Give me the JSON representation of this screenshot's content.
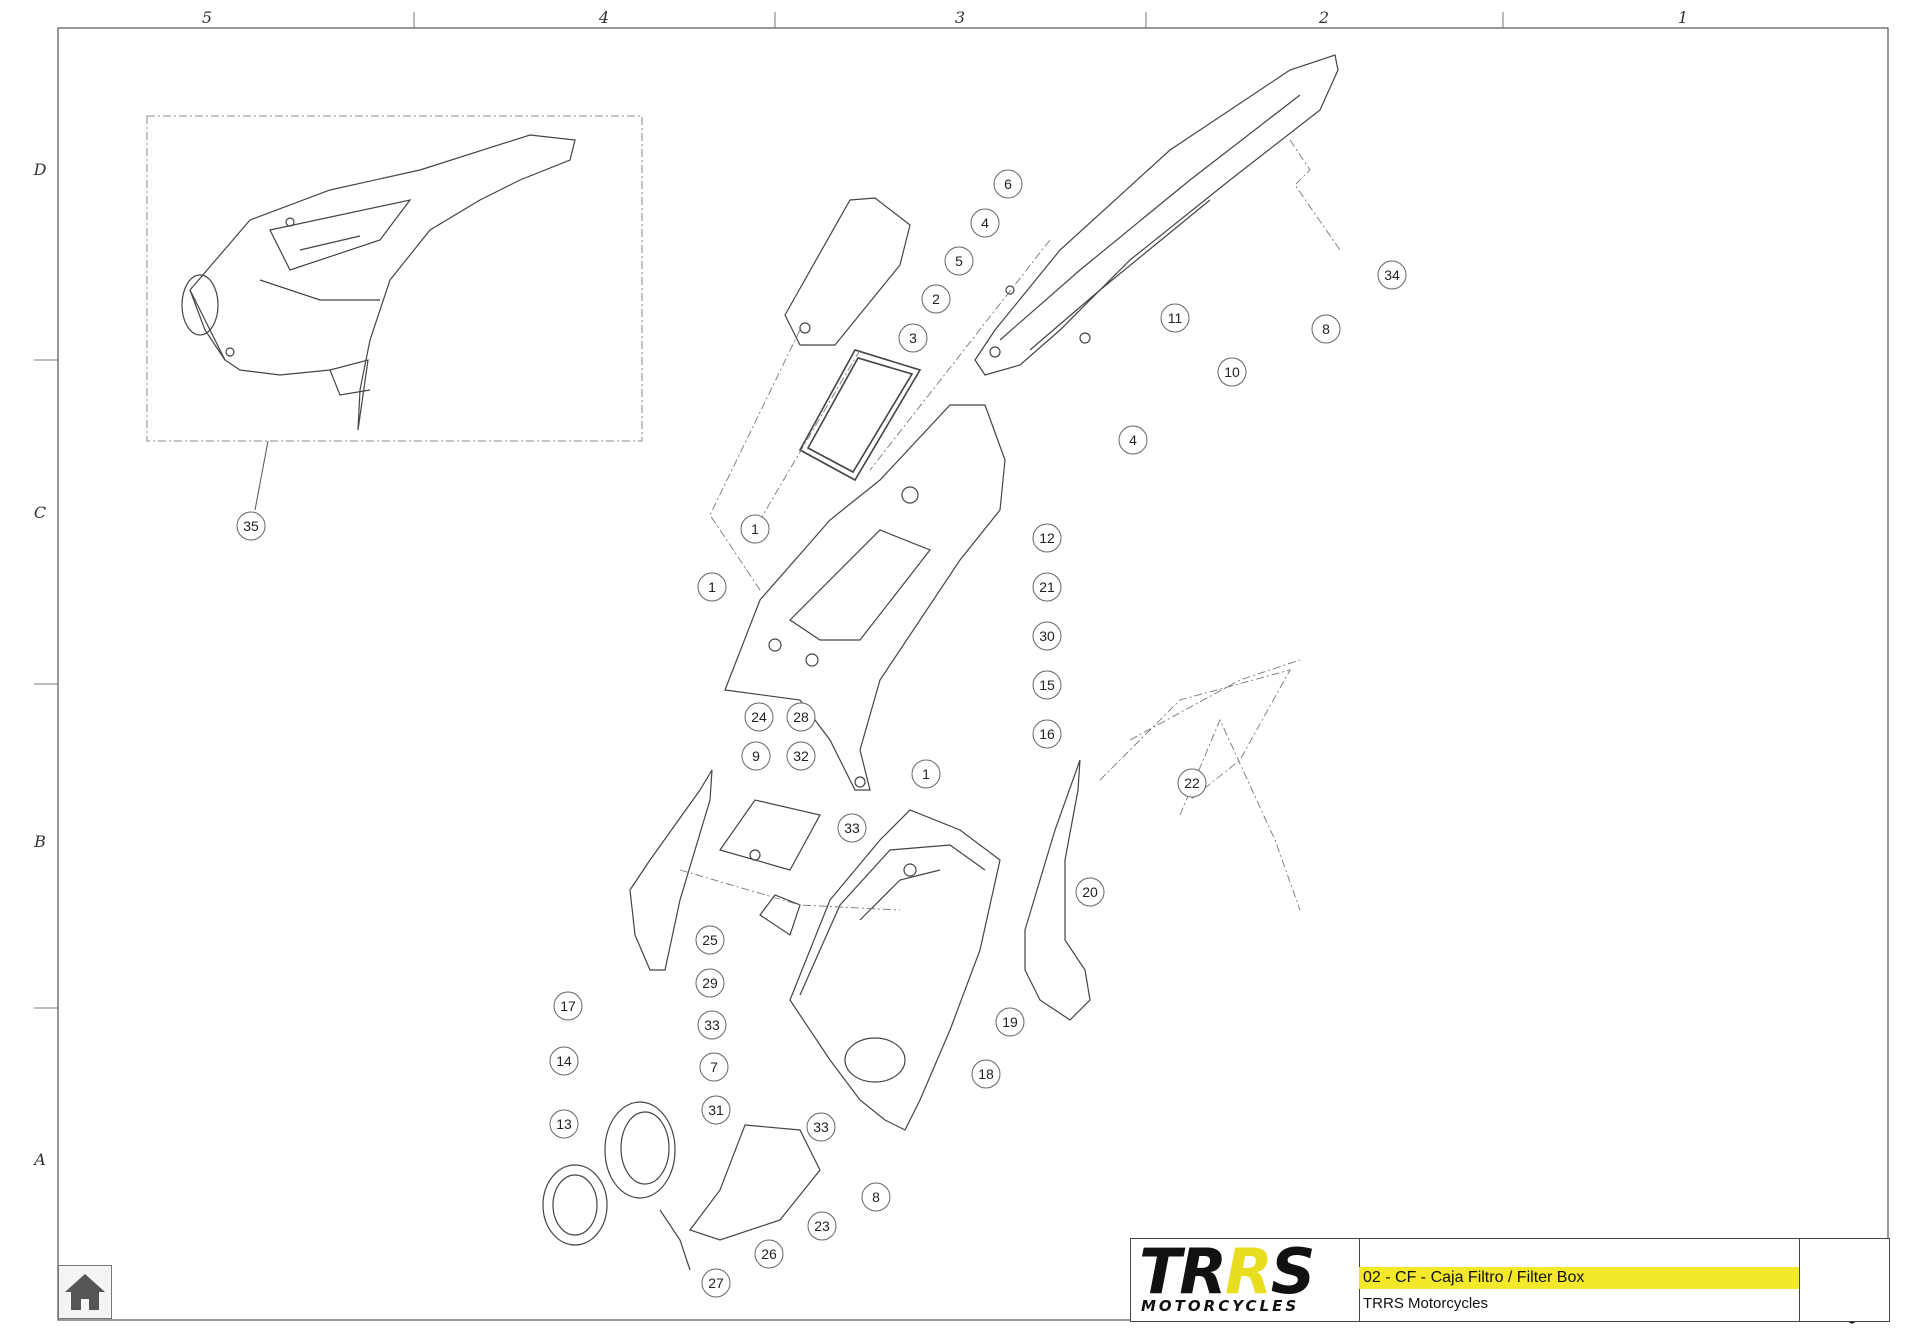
{
  "grid": {
    "columns": [
      "5",
      "4",
      "3",
      "2",
      "1"
    ],
    "rows": [
      "D",
      "C",
      "B",
      "A"
    ]
  },
  "callouts": [
    "35",
    "6",
    "4",
    "5",
    "2",
    "3",
    "11",
    "10",
    "8",
    "34",
    "4",
    "1",
    "12",
    "21",
    "1",
    "24",
    "28",
    "30",
    "15",
    "16",
    "22",
    "9",
    "32",
    "1",
    "33",
    "20",
    "25",
    "17",
    "29",
    "33",
    "7",
    "31",
    "18",
    "19",
    "14",
    "13",
    "33",
    "8",
    "23",
    "26",
    "27"
  ],
  "title_block": {
    "logo_text_a": "TR",
    "logo_text_b": "R",
    "logo_text_c": "S",
    "logo_sub": "MOTORCYCLES",
    "title": "02 - CF - Caja Filtro / Filter Box",
    "subtitle": "TRRS Motorcycles"
  },
  "colors": {
    "accent": "#f3e92a",
    "line": "#333333",
    "logo_yellow": "#e8dd1e"
  },
  "icons": {
    "home": "home-icon",
    "brand": "brand-shield-icon"
  }
}
